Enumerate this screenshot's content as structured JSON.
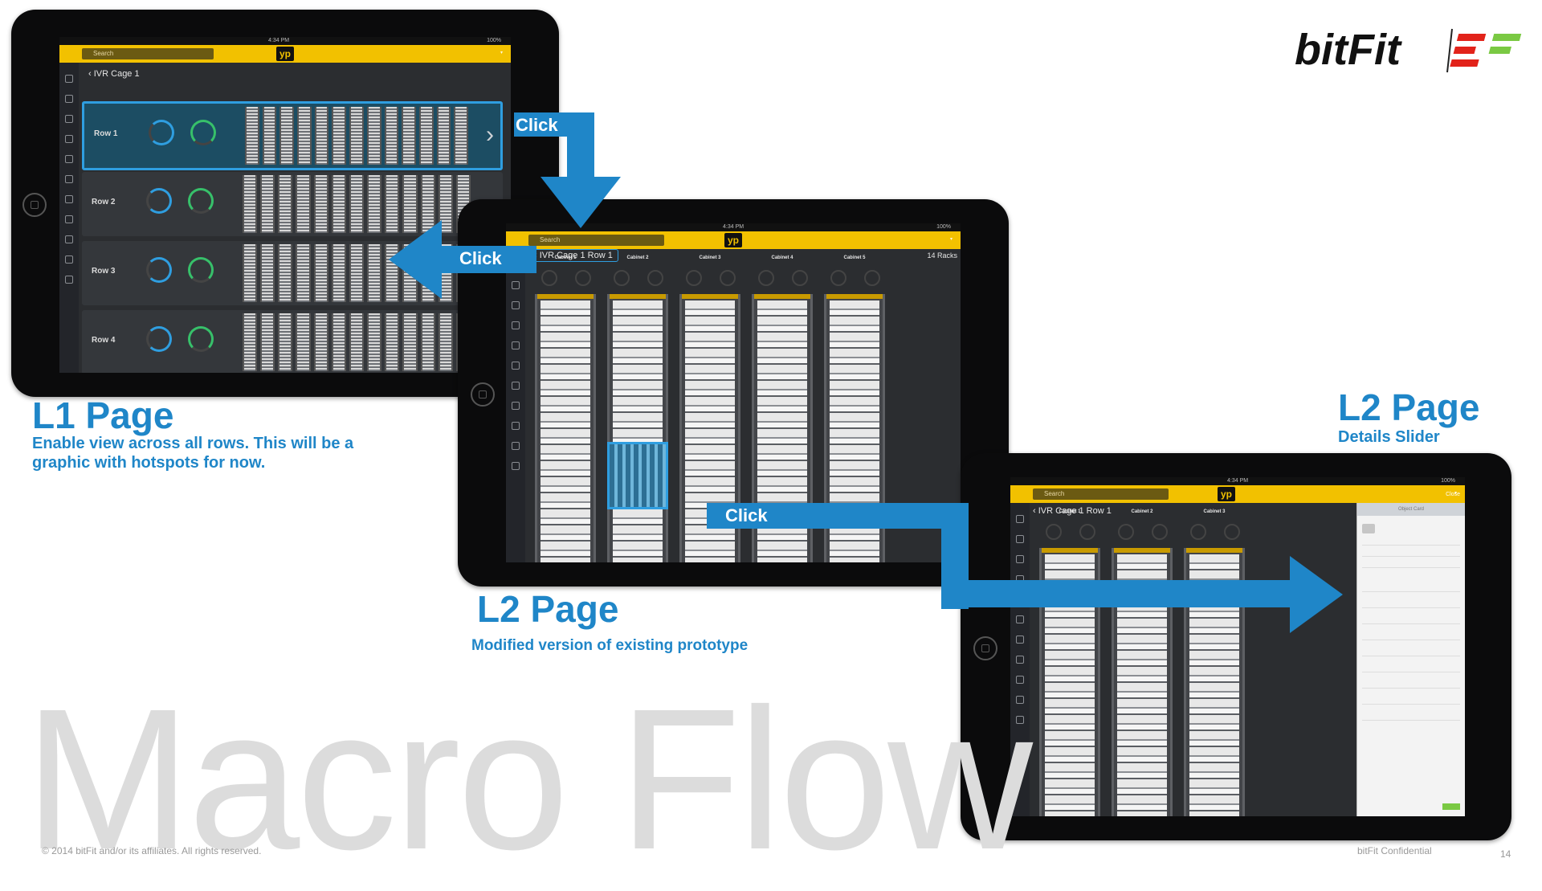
{
  "slide": {
    "watermark": "Macro Flow",
    "copyright": "© 2014 bitFit and/or its affiliates. All rights reserved.",
    "confidential": "bitFit Confidential",
    "page_number": "14"
  },
  "logo": {
    "text": "bitFit",
    "mark": "EF"
  },
  "annotations": {
    "l1_title": "L1 Page",
    "l1_desc_line1": "Enable view across all rows. This will be a",
    "l1_desc_line2": "graphic with hotspots for now.",
    "l2_title": "L2 Page",
    "l2_desc": "Modified version of existing prototype",
    "l2b_title": "L2 Page",
    "l2b_desc": "Details Slider",
    "click": "Click"
  },
  "app": {
    "status_time": "4:34 PM",
    "battery": "100%",
    "search_placeholder": "Search",
    "brand": "yp"
  },
  "l1": {
    "breadcrumb": "IVR Cage 1",
    "rows": [
      {
        "label": "Row 1",
        "selected": true
      },
      {
        "label": "Row 2",
        "selected": false
      },
      {
        "label": "Row 3",
        "selected": false
      },
      {
        "label": "Row 4",
        "selected": false
      }
    ]
  },
  "l2": {
    "breadcrumb": "IVR Cage 1 Row 1",
    "rack_count": "14 Racks",
    "cabinets": [
      "Cabinet 1",
      "Cabinet 2",
      "Cabinet 3",
      "Cabinet 4",
      "Cabinet 5"
    ]
  },
  "l2b": {
    "breadcrumb": "IVR Cage 1 Row 1",
    "cabinets": [
      "Cabinet 1",
      "Cabinet 2",
      "Cabinet 3"
    ],
    "slider_title": "Object Card",
    "slider_close": "Close"
  },
  "colors": {
    "accent": "#1f86c8",
    "yellow": "#f2c100",
    "screen": "#2b2d30"
  }
}
